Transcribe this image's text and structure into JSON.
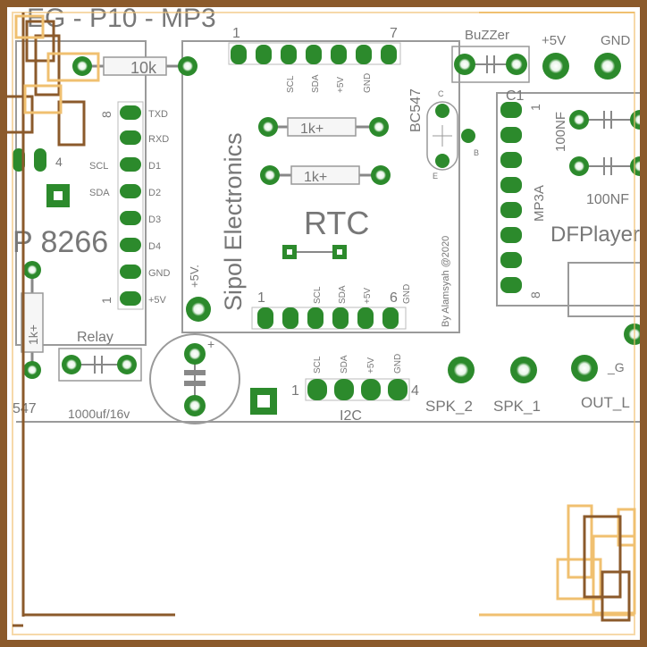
{
  "colors": {
    "pad_dark": "#2c8a2c",
    "pad_light": "#7cc47c",
    "outline": "#8a8a8a",
    "text": "#777777",
    "frame": "#8b5a2b",
    "frame_light": "#f0c070",
    "resistor_body": "#f6f6f6"
  },
  "header": {
    "title": "EG - P10 - MP3"
  },
  "resistors": {
    "r_10k": "10k",
    "r_1k_a": "1k+",
    "r_1k_b": "1k+",
    "r_1k_side": "1k+"
  },
  "esp": {
    "pin_labels": [
      "TXD",
      "RXD",
      "D1",
      "D2",
      "D3",
      "D4",
      "GND",
      "+5V"
    ],
    "pin_names_left": [
      "SCL",
      "SDA"
    ],
    "pin_8": "8",
    "pin_1": "1",
    "label": "P 8266",
    "num_4": "4"
  },
  "rtc": {
    "brand": "Sipol Electronics",
    "title": "RTC",
    "top_pin_1": "1",
    "top_pin_7": "7",
    "top_labels": [
      "SCL",
      "SDA",
      "+5V",
      "GND"
    ],
    "bottom_pin_1": "1",
    "bottom_pin_6": "6",
    "bottom_labels": [
      "SCL",
      "SDA",
      "+5V",
      "GND"
    ],
    "credit": "By Alamsyah @2020",
    "left_label": "+5V."
  },
  "transistor": {
    "name": "BC547",
    "c": "C",
    "b": "B",
    "e": "E"
  },
  "buzzer": {
    "label": "BuZZer"
  },
  "power": {
    "plus5v": "+5V",
    "gnd": "GND"
  },
  "mp3": {
    "c1": "C1",
    "pin1": "1",
    "pin8": "8",
    "chip": "MP3A",
    "cap1": "100NF",
    "cap2": "100NF",
    "module": "DFPlayer"
  },
  "relay": {
    "label": "Relay"
  },
  "cap_big": {
    "label": "1000uf/16v",
    "plus": "+"
  },
  "i2c": {
    "label": "I2C",
    "pin1": "1",
    "pin4": "4",
    "pins": [
      "SCL",
      "SDA",
      "+5V",
      "GND"
    ]
  },
  "speaker": {
    "spk2": "SPK_2",
    "spk1": "SPK_1",
    "out": "OUT_L",
    "gnd_small": "_G"
  },
  "misc": {
    "left_num": "547"
  }
}
